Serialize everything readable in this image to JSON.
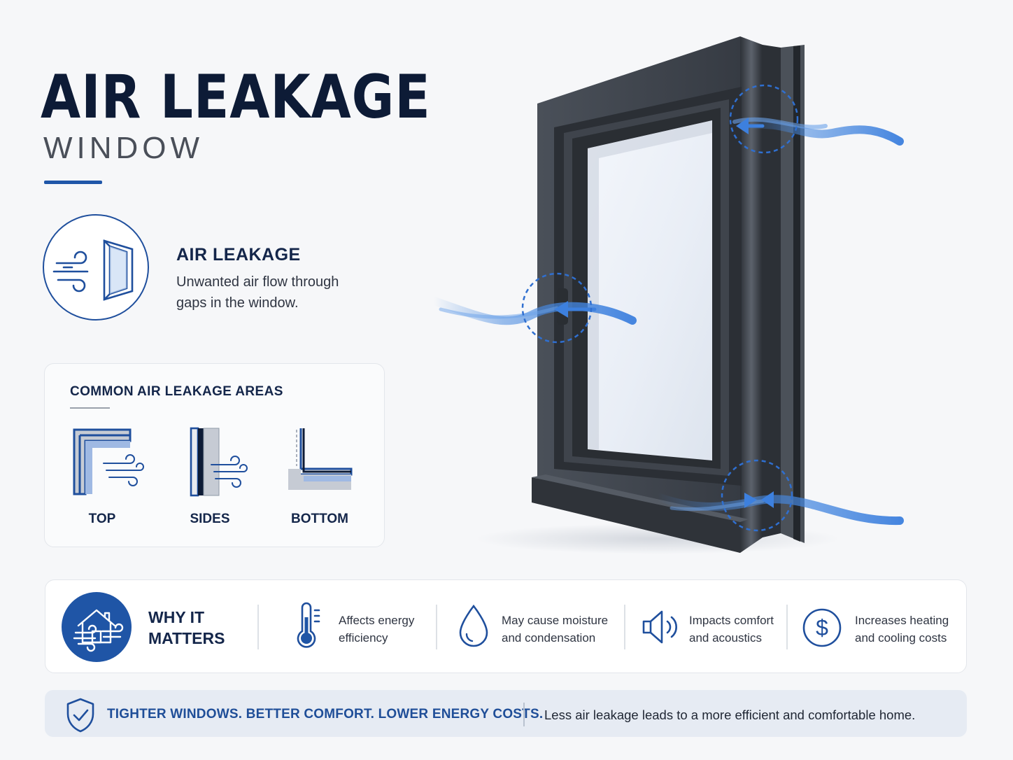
{
  "title": {
    "main": "AIR LEAKAGE",
    "sub": "WINDOW"
  },
  "definition": {
    "heading": "AIR LEAKAGE",
    "line1": "Unwanted air flow through",
    "line2": "gaps in the window.",
    "icon": "wind-window-icon"
  },
  "areas": {
    "heading": "COMMON AIR LEAKAGE AREAS",
    "items": [
      {
        "label": "TOP",
        "icon": "top-corner-icon"
      },
      {
        "label": "SIDES",
        "icon": "side-frame-icon"
      },
      {
        "label": "BOTTOM",
        "icon": "bottom-sill-icon"
      }
    ]
  },
  "why": {
    "line1": "WHY IT",
    "line2": "MATTERS",
    "items": [
      {
        "line1": "Affects energy",
        "line2": "efficiency",
        "icon": "thermometer-icon"
      },
      {
        "line1": "May cause moisture",
        "line2": "and condensation",
        "icon": "droplet-icon"
      },
      {
        "line1": "Impacts comfort",
        "line2": "and acoustics",
        "icon": "speaker-icon"
      },
      {
        "line1": "Increases heating",
        "line2": "and cooling costs",
        "icon": "dollar-icon"
      }
    ]
  },
  "banner": {
    "headline": "TIGHTER WINDOWS. BETTER COMFORT. LOWER ENERGY COSTS.",
    "text": "Less air leakage leads to a more efficient and comfortable home.",
    "icon": "shield-check-icon"
  },
  "colors": {
    "navy": "#0d1b36",
    "accent": "#1f55a6",
    "airflow": "#4a8be0",
    "frame": "#3b4048"
  }
}
